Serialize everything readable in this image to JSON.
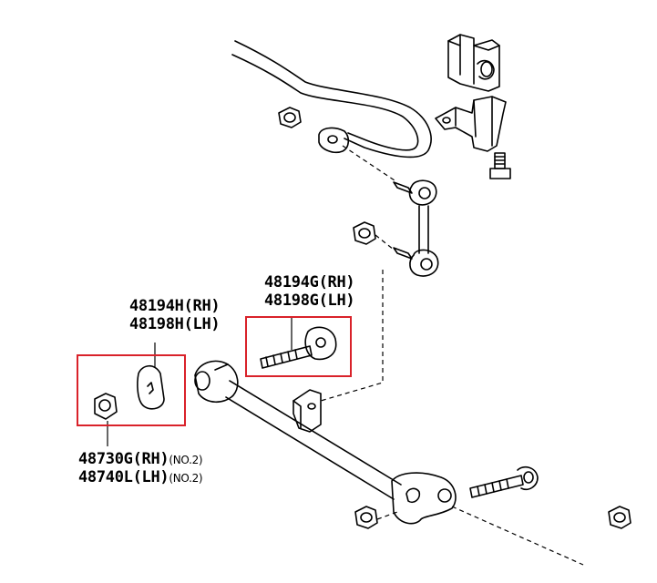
{
  "callouts": {
    "bolt_rh": "48194G(RH)",
    "bolt_lh": "48198G(LH)",
    "cam_rh": "48194H(RH)",
    "cam_lh": "48198H(LH)",
    "nut_rh": "48730G(RH)",
    "nut_lh": "48740L(LH)",
    "nut_rh_suffix": "(NO.2)",
    "nut_lh_suffix": "(NO.2)"
  },
  "colors": {
    "line": "#000000",
    "highlight": "#d9222a",
    "background": "#ffffff"
  }
}
